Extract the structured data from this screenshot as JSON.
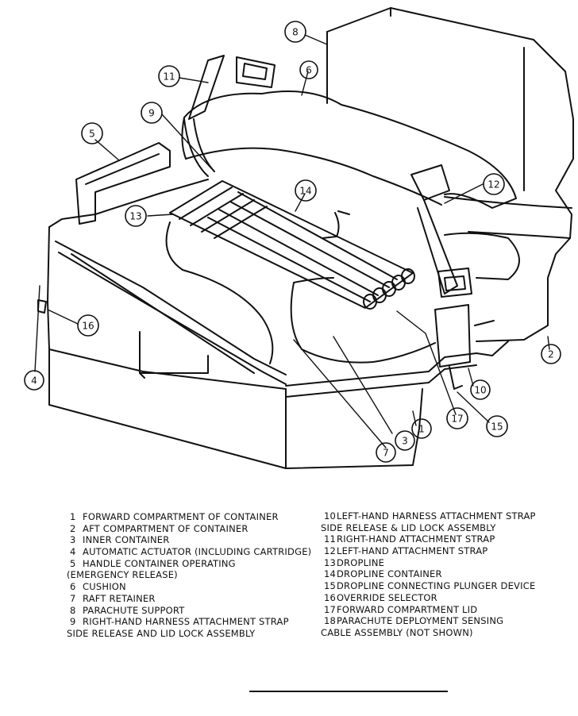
{
  "callouts": [
    "8",
    "11",
    "6",
    "9",
    "5",
    "12",
    "14",
    "13",
    "16",
    "4",
    "2",
    "10",
    "1",
    "17",
    "15",
    "3",
    "7"
  ],
  "legend_left": [
    {
      "num": "1",
      "text": "FORWARD COMPARTMENT OF CONTAINER"
    },
    {
      "num": "2",
      "text": "AFT COMPARTMENT OF CONTAINER"
    },
    {
      "num": "3",
      "text": "INNER CONTAINER"
    },
    {
      "num": "4",
      "text": "AUTOMATIC ACTUATOR (INCLUDING CARTRIDGE)"
    },
    {
      "num": "5",
      "text": "HANDLE CONTAINER OPERATING"
    },
    {
      "num": "",
      "text": "(EMERGENCY RELEASE)"
    },
    {
      "num": "6",
      "text": "CUSHION"
    },
    {
      "num": "7",
      "text": "RAFT RETAINER"
    },
    {
      "num": "8",
      "text": "PARACHUTE SUPPORT"
    },
    {
      "num": "9",
      "text": "RIGHT-HAND HARNESS ATTACHMENT STRAP"
    },
    {
      "num": "",
      "text": "SIDE RELEASE AND LID LOCK ASSEMBLY"
    }
  ],
  "legend_right": [
    {
      "num": "10",
      "text": "LEFT-HAND HARNESS ATTACHMENT STRAP"
    },
    {
      "num": "",
      "text": "SIDE RELEASE & LID LOCK ASSEMBLY"
    },
    {
      "num": "11",
      "text": "RIGHT-HAND ATTACHMENT STRAP"
    },
    {
      "num": "12",
      "text": "LEFT-HAND ATTACHMENT STRAP"
    },
    {
      "num": "13",
      "text": "DROPLINE"
    },
    {
      "num": "14",
      "text": "DROPLINE CONTAINER"
    },
    {
      "num": "15",
      "text": "DROPLINE CONNECTING PLUNGER DEVICE"
    },
    {
      "num": "16",
      "text": "OVERRIDE SELECTOR"
    },
    {
      "num": "17",
      "text": "FORWARD COMPARTMENT LID"
    },
    {
      "num": "18",
      "text": "PARACHUTE DEPLOYMENT SENSING"
    },
    {
      "num": "",
      "text": "CABLE ASSEMBLY (NOT SHOWN)"
    }
  ]
}
